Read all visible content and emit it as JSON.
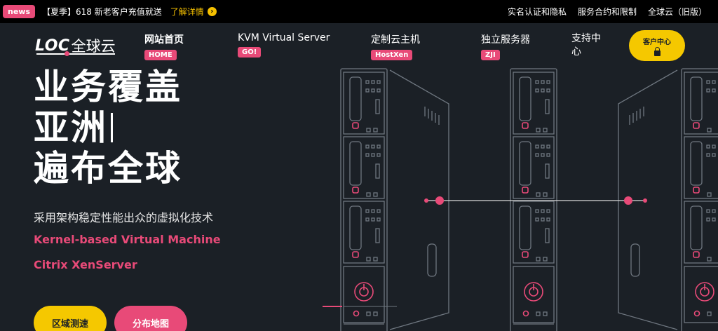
{
  "topbar": {
    "badge": "news",
    "promo": "【夏季】618 新老客户充值就送",
    "promo_link": "了解详情",
    "links": [
      "实名认证和隐私",
      "服务合约和限制",
      "全球云（旧版）"
    ]
  },
  "logo": {
    "latin": "LOC",
    "cn": "全球云"
  },
  "nav": {
    "items": [
      {
        "label": "网站首页",
        "tag": "HOME"
      },
      {
        "label": "KVM Virtual Server",
        "tag": "GO!"
      },
      {
        "label": "定制云主机",
        "tag": "HostXen"
      },
      {
        "label": "独立服务器",
        "tag": "ZJI"
      },
      {
        "label": "支持中心",
        "tag": ""
      }
    ],
    "client_button": "客户中心"
  },
  "hero": {
    "line1": "业务覆盖",
    "line2": "亚洲",
    "line3": "遍布全球",
    "subtitle": "采用架构稳定性能出众的虚拟化技术",
    "tech1": "Kernel-based Virtual Machine",
    "tech2": "Citrix XenServer"
  },
  "buttons": {
    "speed": "区域测速",
    "map": "分布地图"
  },
  "colors": {
    "accent_pink": "#e84a78",
    "accent_yellow": "#f5c800",
    "background": "#1b2026",
    "topbar": "#000000"
  }
}
